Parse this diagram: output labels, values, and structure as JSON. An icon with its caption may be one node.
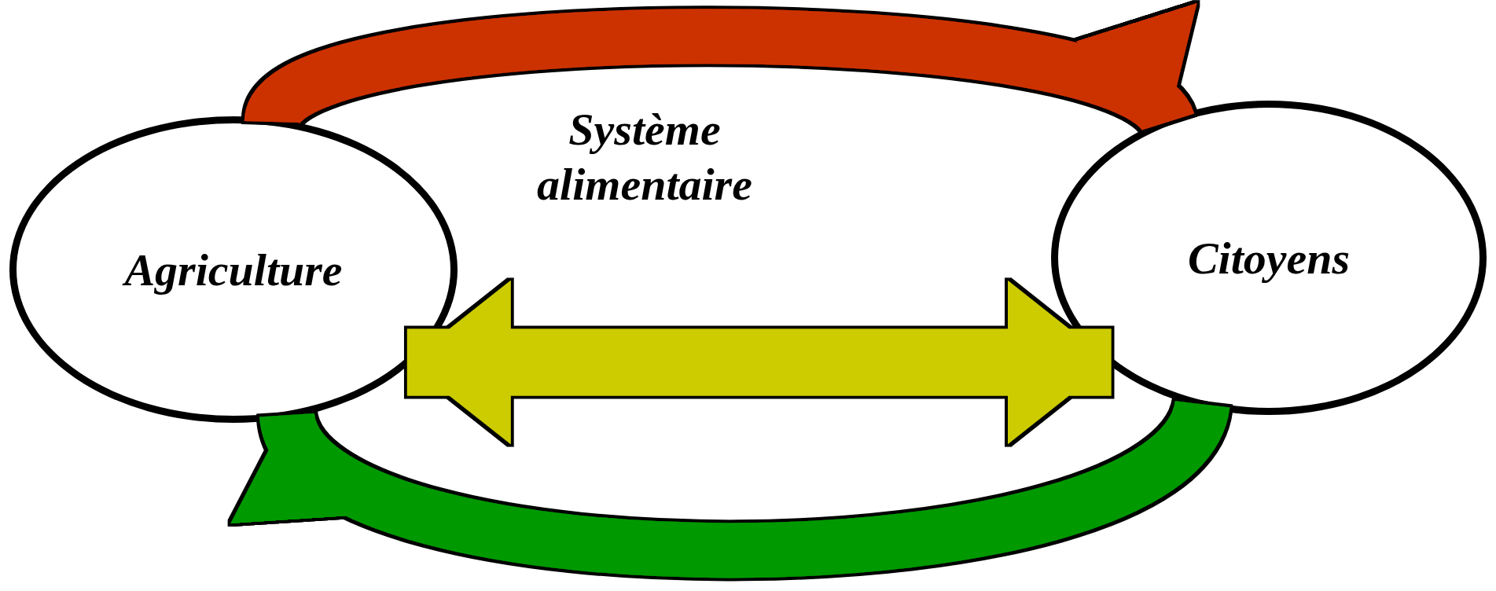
{
  "diagram": {
    "nodes": [
      {
        "text": [
          "Agriculture"
        ]
      },
      {
        "text": [
          "Citoyens"
        ]
      }
    ],
    "edges": [
      {
        "from": 0,
        "to": 1,
        "arrow": "both",
        "color": "#cccc00"
      },
      {
        "from": 0,
        "to": 1,
        "arrow": "to",
        "color": "#cc3300"
      },
      {
        "from": 1,
        "to": 0,
        "arrow": "to",
        "color": "#009900"
      }
    ],
    "labels": [
      "Système alimentaire"
    ]
  }
}
